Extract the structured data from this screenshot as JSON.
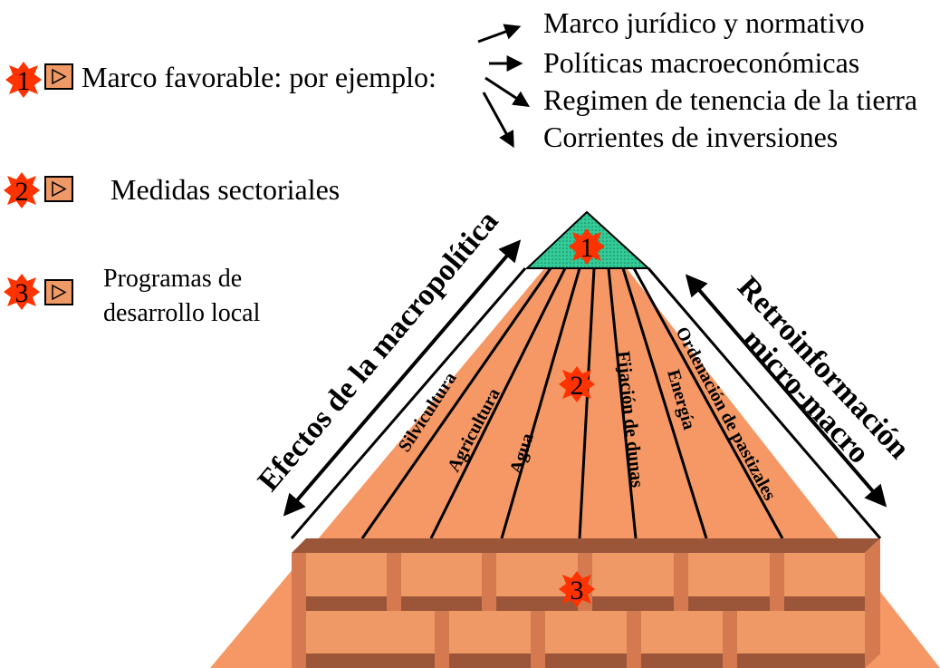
{
  "legend": [
    {
      "number": "1",
      "label": "Marco favorable: por ejemplo:"
    },
    {
      "number": "2",
      "label": "Medidas sectoriales"
    },
    {
      "number": "3",
      "label_line1": "Programas de",
      "label_line2": "desarrollo local"
    }
  ],
  "examples": [
    "Marco jurídico y normativo",
    "Políticas macroeconómicas",
    "Regimen de tenencia de la tierra",
    "Corrientes de inversiones"
  ],
  "pyramid": {
    "apex_number": "1",
    "middle_number": "2",
    "base_number": "3",
    "sectors": [
      "Silvicultura",
      "Agricultura",
      "Agua",
      "Fijación de dunas",
      "Energía",
      "Ordenación de pastizales"
    ]
  },
  "arrows": {
    "left_label": "Efectos de la macropolítica",
    "right_label_line1": "Retroinformación",
    "right_label_line2": "micro-macro"
  },
  "colors": {
    "apex": "#33cc99",
    "pyramid": "#f59866",
    "brick_face": "#ee9966",
    "brick_top": "#9b5538",
    "brick_side": "#d57a50",
    "badge": "#ff3300"
  }
}
